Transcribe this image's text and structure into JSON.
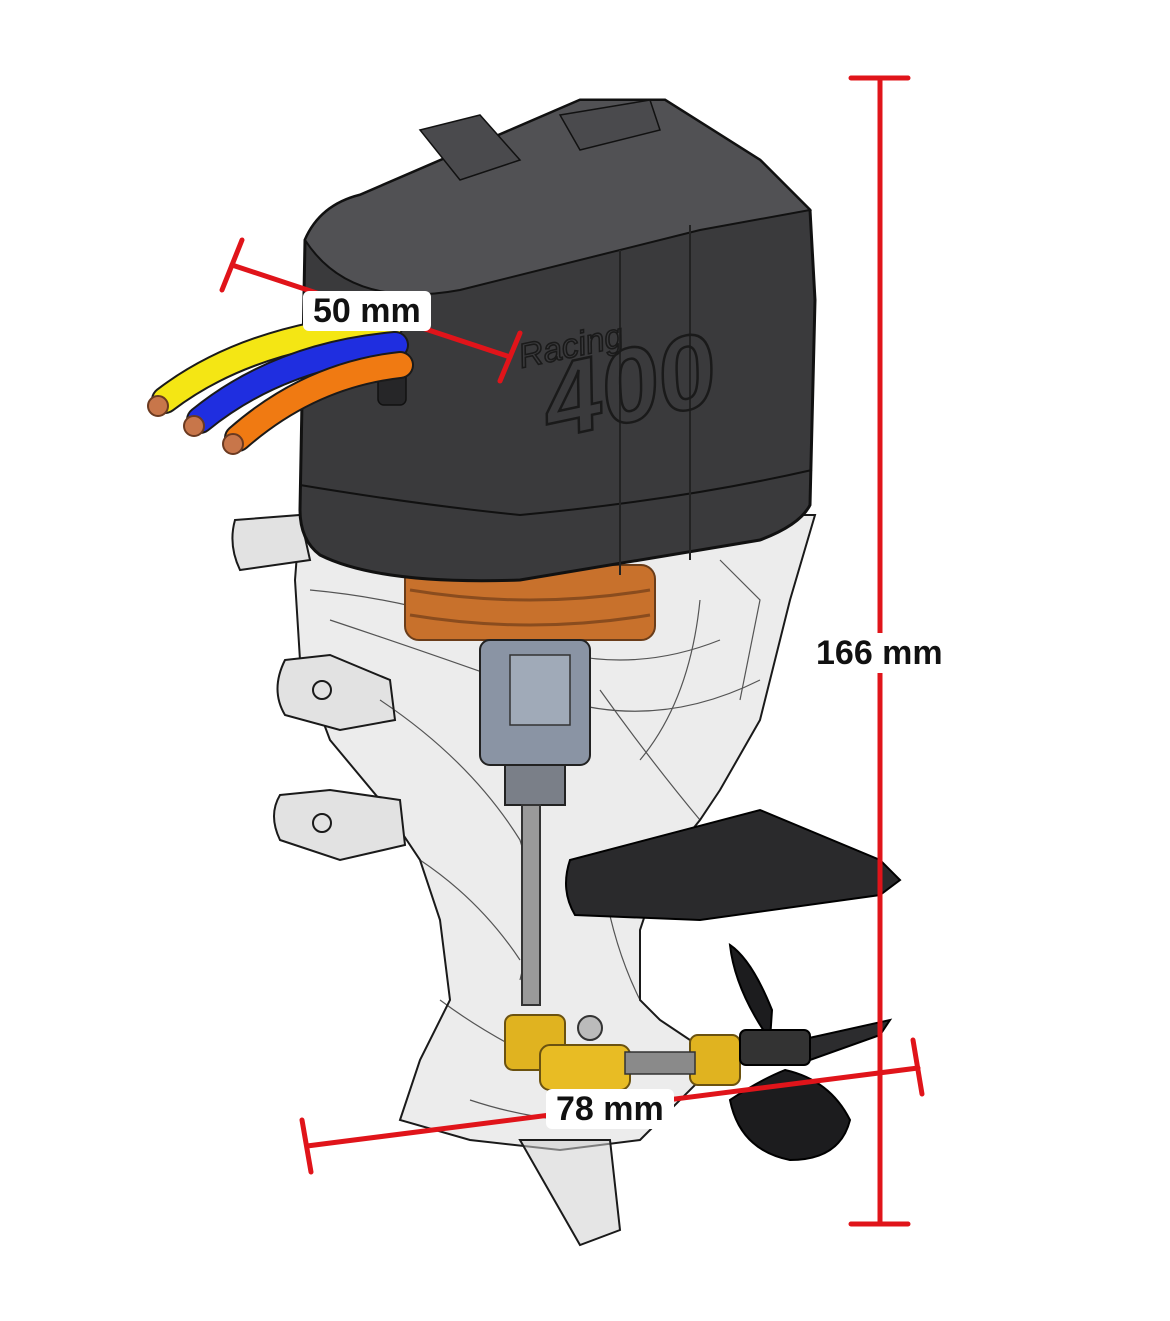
{
  "product": {
    "brand_script": "Racing",
    "model_number": "400"
  },
  "dimensions": {
    "width": "50 mm",
    "height": "166 mm",
    "depth": "78 mm"
  },
  "colors": {
    "dimension_line": "#e0141a",
    "cowling": "#3a3a3c",
    "cowling_dark": "#262628",
    "cowling_light": "#515154",
    "housing": "#d9d9d9",
    "winding": "#c8712c",
    "motor_can": "#8a94a4",
    "gearbox": "#e0b320",
    "wire_1": "#f4e614",
    "wire_2": "#1f2ee0",
    "wire_3": "#f07a12",
    "copper": "#c8764a"
  },
  "icons": [
    "outboard-motor-illustration",
    "propeller-icon",
    "power-wires-icon"
  ]
}
